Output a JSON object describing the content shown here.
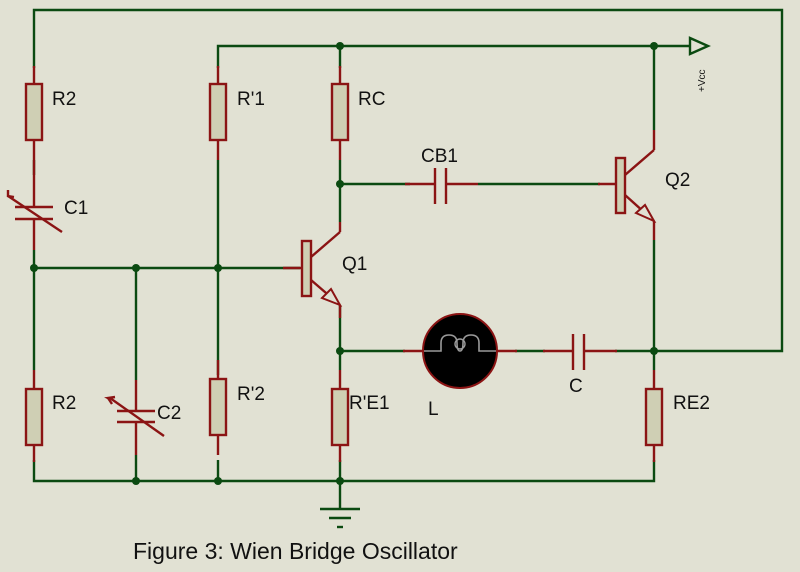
{
  "diagram": {
    "caption": "Figure 3: Wien Bridge Oscillator",
    "colors": {
      "background": "#e1e1d3",
      "wire": "#0b4a11",
      "component": "#8b1414",
      "component_fill": "#cfcfb4",
      "lamp_fill": "#000000"
    },
    "components": {
      "r2_top": "R2",
      "c1": "C1",
      "r2_bottom": "R2",
      "c2": "C2",
      "r1p": "R'1",
      "r2p": "R'2",
      "rc": "RC",
      "q1": "Q1",
      "re1p": "R'E1",
      "cb1": "CB1",
      "q2": "Q2",
      "lamp": "L",
      "c": "C",
      "re2": "RE2",
      "vcc": "+Vcc"
    }
  }
}
